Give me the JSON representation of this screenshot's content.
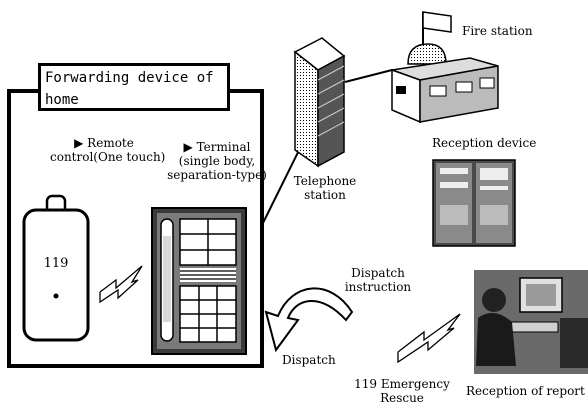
{
  "home": {
    "title_line1": "Forwarding device of",
    "title_line2": "home"
  },
  "remote": {
    "label_line1": "▶ Remote",
    "label_line2": "control(One touch)",
    "screen_text": "119"
  },
  "terminal": {
    "label_line1": "▶ Terminal",
    "label_line2": "(single body,",
    "label_line3": "separation-type)"
  },
  "telephone_station": {
    "label_line1": "Telephone",
    "label_line2": "station"
  },
  "fire_station": {
    "label": "Fire station"
  },
  "reception_device": {
    "label": "Reception device"
  },
  "dispatch_instruction": {
    "label_line1": "Dispatch",
    "label_line2": "instruction"
  },
  "dispatch": {
    "label": "Dispatch"
  },
  "emergency": {
    "label_line1": "119 Emergency",
    "label_line2": "Rescue"
  },
  "reception_of_report": {
    "label": "Reception of report"
  }
}
